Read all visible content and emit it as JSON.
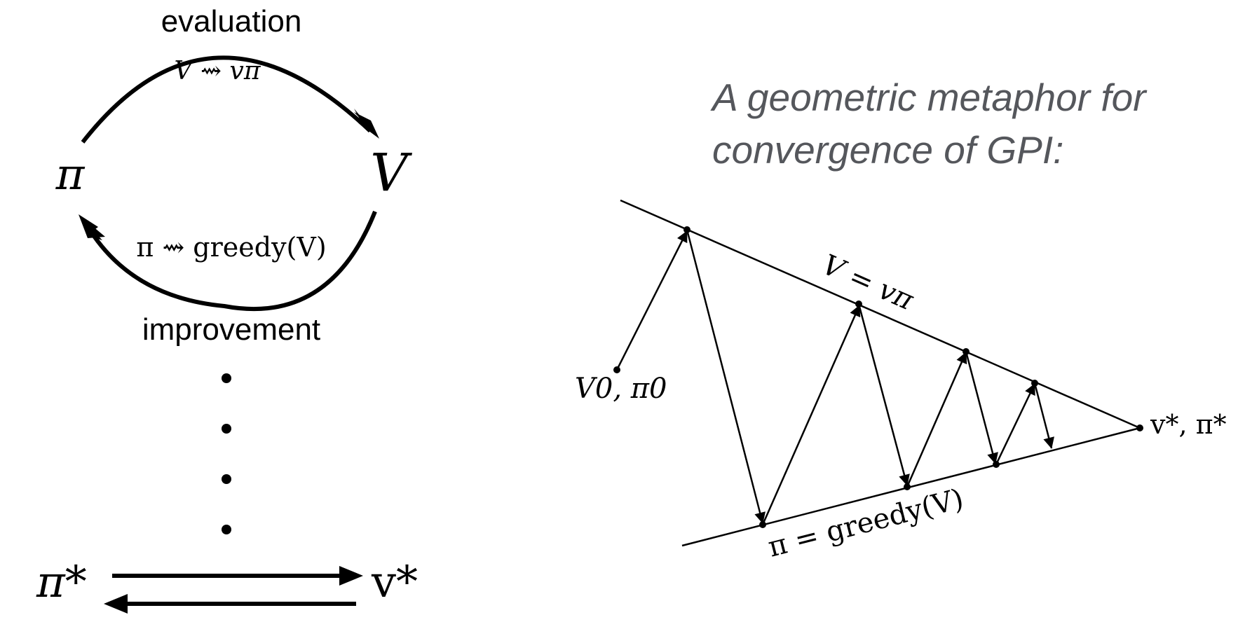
{
  "left_cycle": {
    "evaluation_label": "evaluation",
    "evaluation_formula": "V ⇝ vπ",
    "policy_symbol": "π",
    "value_symbol": "V",
    "improvement_formula": "π ⇝ greedy(V)",
    "improvement_label": "improvement",
    "optimal_policy": "π*",
    "optimal_value": "v*"
  },
  "slide_title": {
    "line1": "A geometric metaphor for",
    "line2": "convergence of GPI:"
  },
  "gpi_diagram": {
    "start_label": "V0, π0",
    "upper_line_label": "V = vπ",
    "lower_line_label": "π = greedy(V)",
    "end_label": "v*, π*"
  }
}
